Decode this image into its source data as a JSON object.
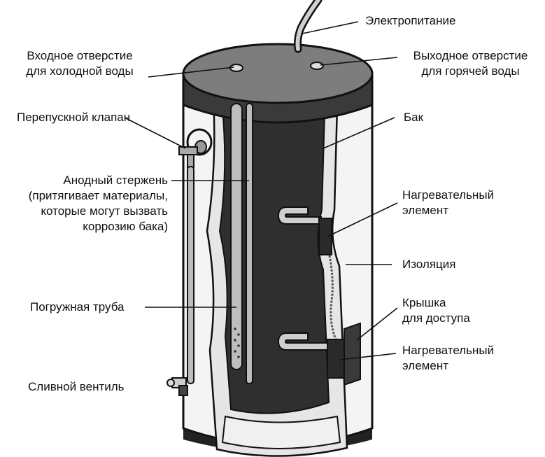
{
  "labels": {
    "power": "Электропитание",
    "cold_inlet": [
      "Входное отверстие",
      "для холодной воды"
    ],
    "hot_outlet": [
      "Выходное отверстие",
      "для горячей воды"
    ],
    "relief_valve": "Перепускной клапан",
    "tank": "Бак",
    "anode_rod": [
      "Анодный стержень",
      "(притягивает материалы,",
      "которые могут вызвать",
      "коррозию бака)"
    ],
    "heating_element_upper": [
      "Нагревательный",
      "элемент"
    ],
    "insulation": "Изоляция",
    "dip_tube": "Погружная труба",
    "access_cover": [
      "Крышка",
      "для доступа"
    ],
    "heating_element_lower": [
      "Нагревательный",
      "элемент"
    ],
    "drain_valve": "Сливной вентиль"
  },
  "colors": {
    "outline": "#111111",
    "top_cap": "#7d7d7d",
    "tank_interior": "#2f2f2f",
    "insulation": "#e6e6e6",
    "shell": "#f4f4f4",
    "rod": "#bdbdbd",
    "panel": "#2a2a2a"
  }
}
